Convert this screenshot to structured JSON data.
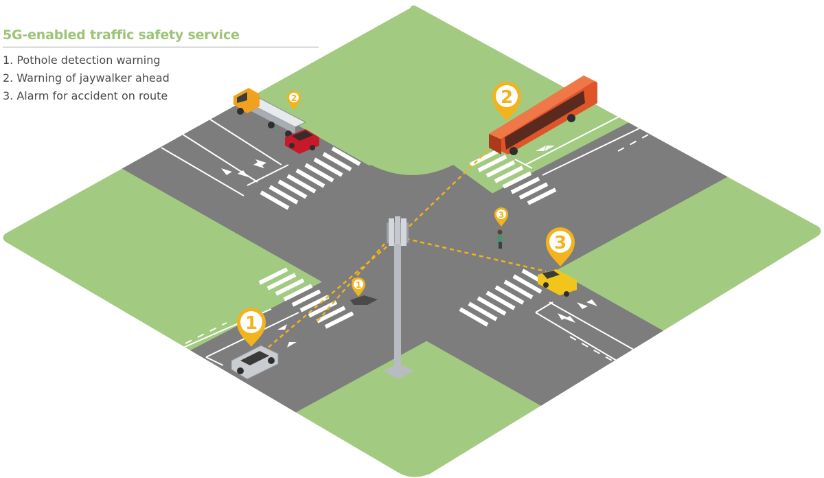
{
  "legend": {
    "title": "5G-enabled traffic safety service",
    "items": [
      "1. Pothole detection warning",
      "2. Warning of jaywalker ahead",
      "3. Alarm for accident on route"
    ]
  },
  "markers": {
    "car_pin": "1",
    "pothole_pin": "1",
    "bus_pin": "2",
    "truck_pin": "2",
    "van_pin": "3",
    "pedestrian_pin": "3"
  },
  "colors": {
    "grass": "#a2cb81",
    "road": "#7d7d7d",
    "pin": "#f2b41c",
    "signal_line": "#f2b41c",
    "title": "#9ac576",
    "bus": "#e0542a",
    "truck_cab": "#f0a21e",
    "red_car": "#c8192a",
    "van": "#f2c51c"
  }
}
